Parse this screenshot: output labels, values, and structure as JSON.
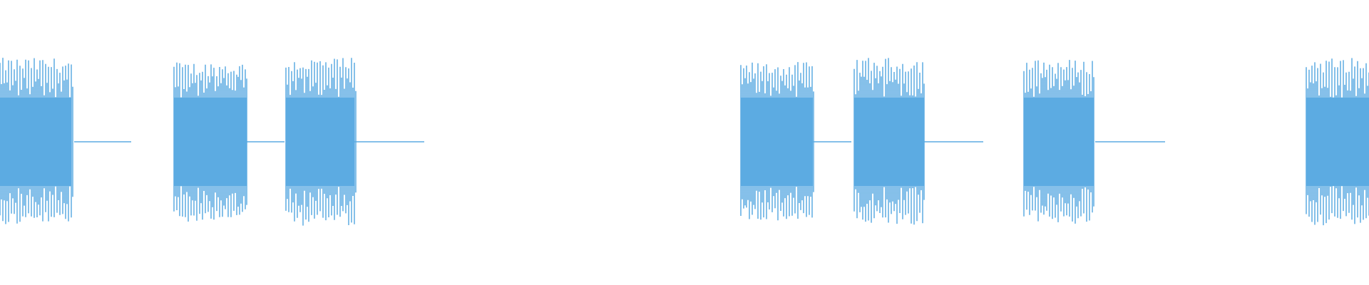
{
  "waveform": {
    "color": "#5DABE2",
    "background": "#FFFFFF",
    "segments": [
      {
        "kind": "burst",
        "start": 0.0,
        "end": 0.052,
        "amplitude": 1.0
      },
      {
        "kind": "idle",
        "start": 0.054,
        "end": 0.096,
        "amplitude": 0.012
      },
      {
        "kind": "burst",
        "start": 0.127,
        "end": 0.18,
        "amplitude": 0.95
      },
      {
        "kind": "idle",
        "start": 0.18,
        "end": 0.208,
        "amplitude": 0.012
      },
      {
        "kind": "burst",
        "start": 0.209,
        "end": 0.259,
        "amplitude": 1.0
      },
      {
        "kind": "idle",
        "start": 0.259,
        "end": 0.31,
        "amplitude": 0.012
      },
      {
        "kind": "burst",
        "start": 0.541,
        "end": 0.594,
        "amplitude": 0.95
      },
      {
        "kind": "idle",
        "start": 0.594,
        "end": 0.622,
        "amplitude": 0.012
      },
      {
        "kind": "burst",
        "start": 0.624,
        "end": 0.675,
        "amplitude": 1.0
      },
      {
        "kind": "idle",
        "start": 0.675,
        "end": 0.718,
        "amplitude": 0.012
      },
      {
        "kind": "burst",
        "start": 0.748,
        "end": 0.799,
        "amplitude": 0.98
      },
      {
        "kind": "idle",
        "start": 0.8,
        "end": 0.851,
        "amplitude": 0.012
      },
      {
        "kind": "burst",
        "start": 0.954,
        "end": 1.0,
        "amplitude": 1.0
      }
    ]
  }
}
